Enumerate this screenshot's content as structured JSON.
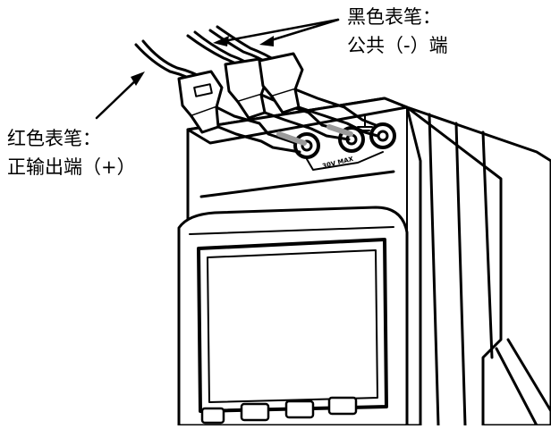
{
  "labels": {
    "black_probe": {
      "line1": "黑色表笔：",
      "line2": "公共（-）端"
    },
    "red_probe": {
      "line1": "红色表笔：",
      "line2": "正输出端（+）"
    }
  },
  "device": {
    "jack_rating": "30V MAX"
  },
  "colors": {
    "outline": "#000000",
    "fill": "#ffffff",
    "shade": "#e6e6e6"
  }
}
